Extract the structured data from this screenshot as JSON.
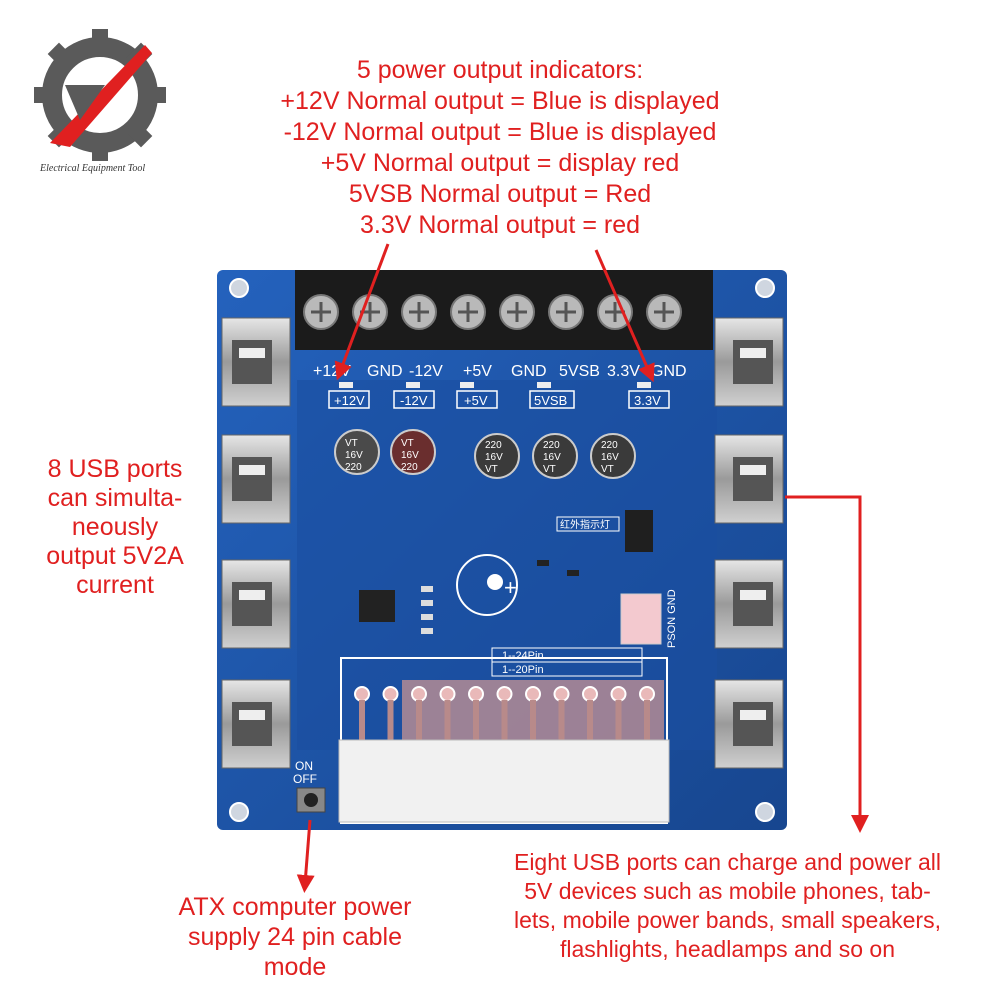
{
  "logo": {
    "text": "Electrical Equipment Tool",
    "icon": "gear-logo-icon",
    "colors": {
      "gear": "#555555",
      "accent": "#e02020"
    }
  },
  "header_notes": {
    "lines": [
      "5 power output indicators:",
      "+12V Normal output = Blue is displayed",
      "-12V Normal output = Blue is displayed",
      "+5V Normal output = display red",
      "5VSB Normal output = Red",
      "3.3V Normal output = red"
    ]
  },
  "left_note": {
    "lines": [
      "8 USB ports",
      "can simulta-",
      "neously",
      "output 5V2A",
      "current"
    ]
  },
  "bottom_left_note": {
    "lines": [
      "ATX computer power",
      "supply 24 pin cable",
      "mode"
    ]
  },
  "bottom_right_note": {
    "lines": [
      "Eight USB ports can charge and power all",
      "5V devices such as mobile phones, tab-",
      "lets, mobile power bands, small speakers,",
      "flashlights, headlamps and so on"
    ]
  },
  "board": {
    "terminal_labels": [
      "+12V",
      "GND",
      "-12V",
      "+5V",
      "GND",
      "5VSB",
      "3.3V",
      "GND"
    ],
    "indicator_labels": [
      "+12V",
      "-12V",
      "+5V",
      "5VSB",
      "3.3V"
    ],
    "capacitor_labels": [
      {
        "line1": "VT",
        "line2": "16V",
        "line3": "220"
      },
      {
        "line1": "VT",
        "line2": "16V",
        "line3": "220"
      },
      {
        "line1": "220",
        "line2": "16V",
        "line3": "VT"
      },
      {
        "line1": "220",
        "line2": "16V",
        "line3": "VT"
      },
      {
        "line1": "220",
        "line2": "16V",
        "line3": "VT"
      }
    ],
    "pin_24_label": "1--24Pin",
    "pin_20_label": "1--20Pin",
    "switch_on": "ON",
    "switch_off": "OFF",
    "pson_label": "PSON GND",
    "ir_label": "红外指示灯",
    "colors": {
      "pcb": "#1d52a8",
      "pcb_dark": "#163f86",
      "silk": "#ffffff"
    }
  },
  "colors": {
    "annotation": "#e02020",
    "arrow": "#e02020"
  }
}
